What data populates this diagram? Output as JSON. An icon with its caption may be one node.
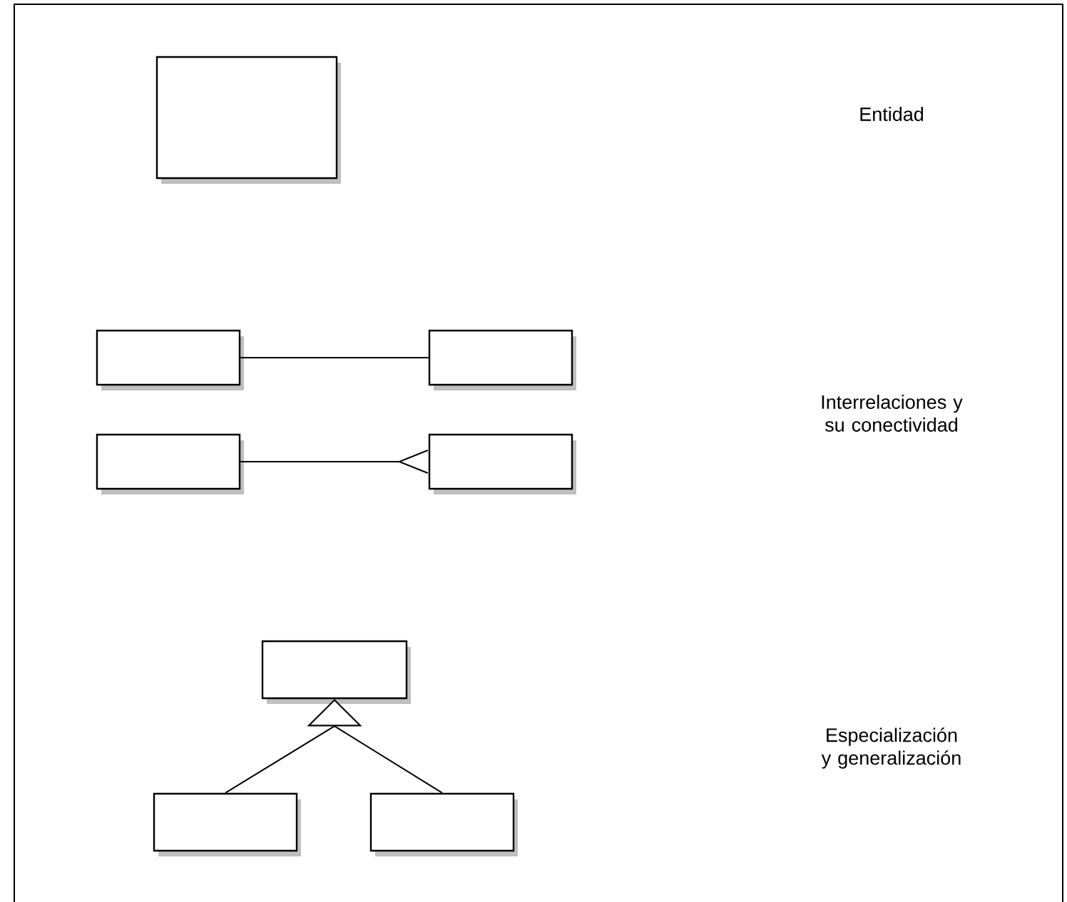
{
  "diagram": {
    "nodes": [
      {
        "text": [],
        "shape": "box"
      },
      {
        "text": [],
        "shape": "box"
      },
      {
        "text": [],
        "shape": "box"
      },
      {
        "text": [],
        "shape": "box"
      },
      {
        "text": [],
        "shape": "box"
      },
      {
        "text": [],
        "shape": "box"
      },
      {
        "text": [],
        "shape": "box"
      },
      {
        "text": [],
        "shape": "box"
      }
    ],
    "edges": [
      {
        "from": 1,
        "to": 2,
        "arrow": "none"
      },
      {
        "from": 3,
        "to": 4,
        "arrow": "other"
      },
      {
        "from": 6,
        "to": 5,
        "arrow": "to"
      },
      {
        "from": 7,
        "to": 5,
        "arrow": "to"
      }
    ],
    "labels": [
      "Entidad",
      "Interrelaciones y su conectividad",
      "Especialización y generalización"
    ]
  }
}
